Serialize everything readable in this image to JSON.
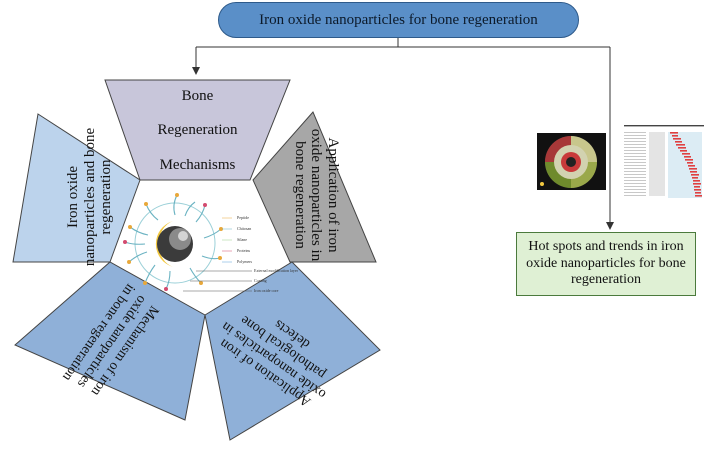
{
  "title": "Iron oxide nanoparticles for bone regeneration",
  "sections": {
    "mechanisms": [
      "Bone",
      "Regeneration",
      "Mechanisms"
    ],
    "left_top": "Iron oxide nanoparticles and bone regeneration",
    "right_top": "Application of iron oxide nanoparticles in bone regeneration",
    "bottom_left": "Mechanism of iron oxide nanoparticles in bone regeneration",
    "bottom_right": "Application of iron oxide nanoparticles in pathological bone defects"
  },
  "hotspots_box": "Hot spots and trends in iron oxide nanoparticles for bone regeneration",
  "nanoparticle_legend": [
    "Peptide",
    "Chitosan",
    "Silane",
    "Proteins",
    "Polymers"
  ],
  "nanoparticle_labels": [
    "External modification layer",
    "Coating",
    "Iron oxide core"
  ],
  "colors": {
    "title_fill": "#5a8fc8",
    "mechanisms_fill": "#c8c6da",
    "left_top_fill": "#bcd3ec",
    "right_top_fill": "#a7a7a7",
    "bottom_fill": "#8fb0d8",
    "hotspot_fill": "#dff0d4"
  }
}
